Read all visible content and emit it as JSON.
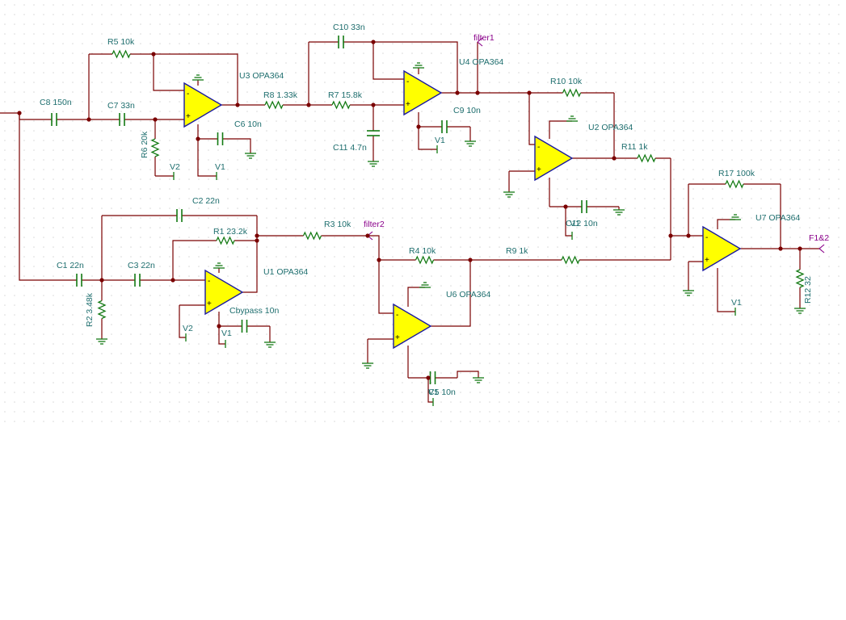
{
  "colors": {
    "wire": "#7a0000",
    "part": "#137a13",
    "label": "#1e6e6e",
    "netlabel": "#8a008a",
    "opamp_fill": "#ffff00",
    "opamp_stroke": "#1a1aa0",
    "node": "#7a0000",
    "grid_dot": "#d8d8d8"
  },
  "labels": {
    "R5": "R5 10k",
    "C8": "C8 150n",
    "C7": "C7 33n",
    "R6": "R6 20k",
    "U3": "U3 OPA364",
    "C6": "C6 10n",
    "V2a": "V2",
    "V1a": "V1",
    "R8": "R8 1.33k",
    "C10": "C10 33n",
    "R7": "R7 15.8k",
    "C11": "C11 4.7n",
    "U4": "U4 OPA364",
    "C9": "C9 10n",
    "V1b": "V1",
    "filter1": "filter1",
    "R10": "R10 10k",
    "U2": "U2 OPA364",
    "R11": "R11 1k",
    "C12": "C12 10n",
    "V1c": "V1",
    "C2": "C2 22n",
    "R1": "R1 23.2k",
    "C1": "C1 22n",
    "C3": "C3 22n",
    "R2": "R2 3.48k",
    "U1": "U1 OPA364",
    "V2b": "V2",
    "Cbypass": "Cbypass 10n",
    "V1d": "V1",
    "R3": "R3 10k",
    "filter2": "filter2",
    "R4": "R4 10k",
    "R9": "R9 1k",
    "U6": "U6 OPA364",
    "C5": "C5 10n",
    "V1e": "V1",
    "R17": "R17 100k",
    "U7": "U7 OPA364",
    "V1f": "V1",
    "F12": "F1&2",
    "R12": "R12 32"
  }
}
